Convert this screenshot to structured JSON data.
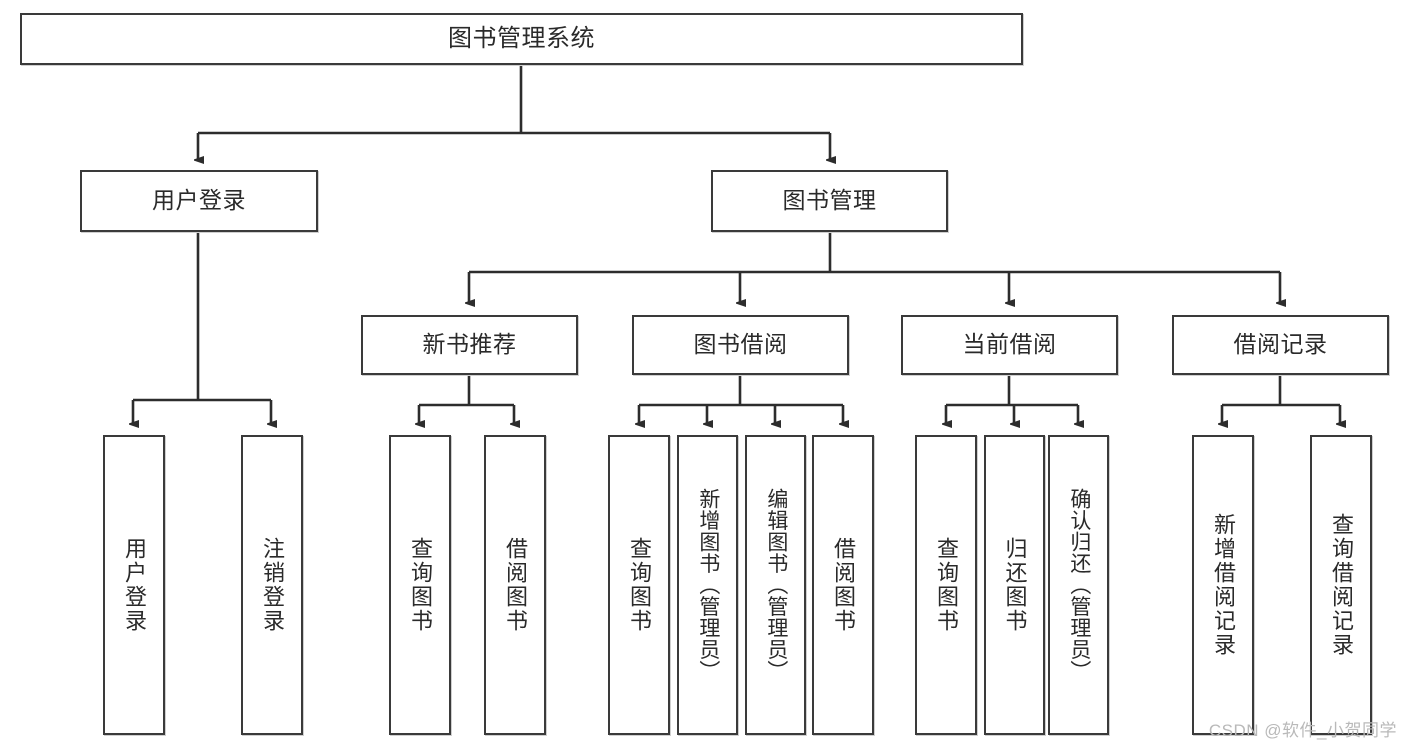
{
  "diagram": {
    "title_node": {
      "label": "图书管理系统"
    },
    "level2": [
      {
        "id": "user-login",
        "label": "用户登录"
      },
      {
        "id": "book-manage",
        "label": "图书管理"
      }
    ],
    "level3": [
      {
        "id": "new-book-recommend",
        "label": "新书推荐"
      },
      {
        "id": "book-borrow",
        "label": "图书借阅"
      },
      {
        "id": "current-borrow",
        "label": "当前借阅"
      },
      {
        "id": "borrow-record",
        "label": "借阅记录"
      }
    ],
    "leaves": {
      "user_login": [
        {
          "id": "leaf-user-login",
          "label": "用户登录"
        },
        {
          "id": "leaf-logout-login",
          "label": "注销登录"
        }
      ],
      "new_book_recommend": [
        {
          "id": "leaf-query-book-1",
          "label": "查询图书"
        },
        {
          "id": "leaf-borrow-book-1",
          "label": "借阅图书"
        }
      ],
      "book_borrow": [
        {
          "id": "leaf-query-book-2",
          "label": "查询图书"
        },
        {
          "id": "leaf-add-book",
          "label": "新增图书（管理员）"
        },
        {
          "id": "leaf-edit-book",
          "label": "编辑图书（管理员）"
        },
        {
          "id": "leaf-borrow-book-2",
          "label": "借阅图书"
        }
      ],
      "current_borrow": [
        {
          "id": "leaf-query-book-3",
          "label": "查询图书"
        },
        {
          "id": "leaf-return-book",
          "label": "归还图书"
        },
        {
          "id": "leaf-confirm-return",
          "label": "确认归还（管理员）"
        }
      ],
      "borrow_record": [
        {
          "id": "leaf-add-record",
          "label": "新增借阅记录"
        },
        {
          "id": "leaf-query-record",
          "label": "查询借阅记录"
        }
      ]
    },
    "watermark": "CSDN @软件_小贺同学",
    "colors": {
      "stroke": "#3a3a3a",
      "background": "#ffffff",
      "text": "#2a2a2a",
      "watermark": "#b9b9b9"
    }
  }
}
